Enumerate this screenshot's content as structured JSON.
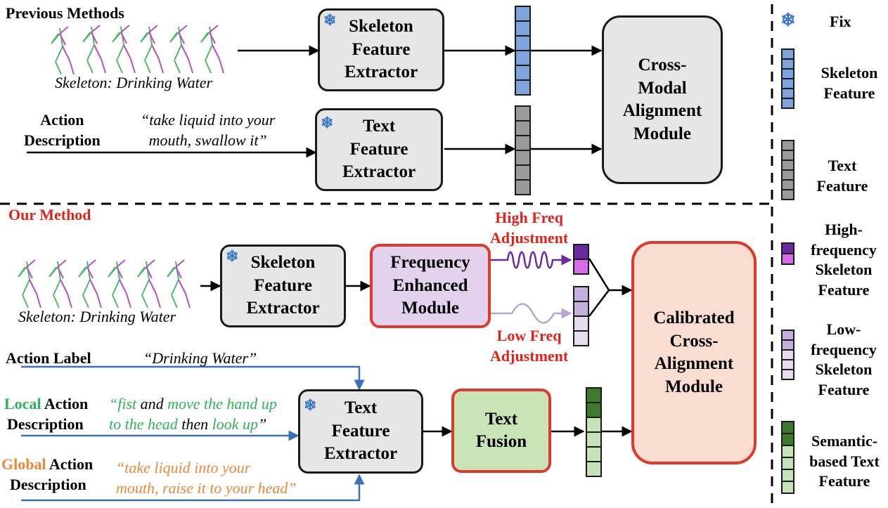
{
  "top": {
    "section_title": "Previous Methods",
    "skeleton_caption": "Skeleton: Drinking Water",
    "skeleton_extractor": "Skeleton\nFeature\nExtractor",
    "text_extractor": "Text\nFeature\nExtractor",
    "action_desc_label": "Action\nDescription",
    "action_desc_text": "“take liquid into your\nmouth, swallow it”",
    "alignment_module": "Cross-\nModal\nAlignment\nModule"
  },
  "bottom": {
    "section_title": "Our Method",
    "skeleton_caption": "Skeleton: Drinking Water",
    "skeleton_extractor": "Skeleton\nFeature\nExtractor",
    "freq_module": "Frequency\nEnhanced\nModule",
    "high_freq_label": "High Freq\nAdjustment",
    "low_freq_label": "Low Freq\nAdjustment",
    "calibrated_module": "Calibrated\nCross-\nAlignment\nModule",
    "text_extractor": "Text\nFeature\nExtractor",
    "text_fusion": "Text\nFusion",
    "action_label": "Action Label",
    "action_label_text": "“Drinking Water”",
    "local_word": "Local",
    "local_rest": " Action",
    "local_desc": "Description",
    "local_text_1": "“fist",
    "local_text_2": " and ",
    "local_text_3": "move the hand up",
    "local_text_4": "to the head",
    "local_text_5": " then ",
    "local_text_6": "look up",
    "local_text_7": "”",
    "global_word": "Global",
    "global_rest": " Action",
    "global_desc": "Description",
    "global_text": "“take liquid into your\nmouth, raise it to your head”"
  },
  "legend": {
    "fix": "Fix",
    "skeleton_feature": "Skeleton\nFeature",
    "text_feature": "Text\nFeature",
    "high_freq_feature": "High-\nfrequency\nSkeleton\nFeature",
    "low_freq_feature": "Low-\nfrequency\nSkeleton\nFeature",
    "semantic_feature": "Semantic-\nbased Text\nFeature"
  },
  "colors": {
    "skeleton_blue": "#7ea3dd",
    "text_gray": "#9a9a9a",
    "high_freq_purple": "#6b2a9b",
    "high_freq_light": "#d66ce8",
    "low_freq_purple": "#c4b0dc",
    "low_freq_light": "#e6dcef",
    "semantic_dark": "#3f7a2c",
    "semantic_light": "#c5e3b6",
    "freq_module_fill": "#e3d2ee",
    "calibrated_fill": "#f9ddd0",
    "fusion_fill": "#c9e5b8",
    "red_border": "#e0382b",
    "red_text": "#e0241b",
    "local_green": "#2db35a",
    "global_orange": "#e8893a",
    "arrow_blue": "#3c71b8",
    "snowflake": "#3a78c9"
  },
  "icons": [
    "snowflake-icon",
    "skeleton-figure-icon",
    "high-freq-wave-icon",
    "low-freq-wave-icon"
  ]
}
